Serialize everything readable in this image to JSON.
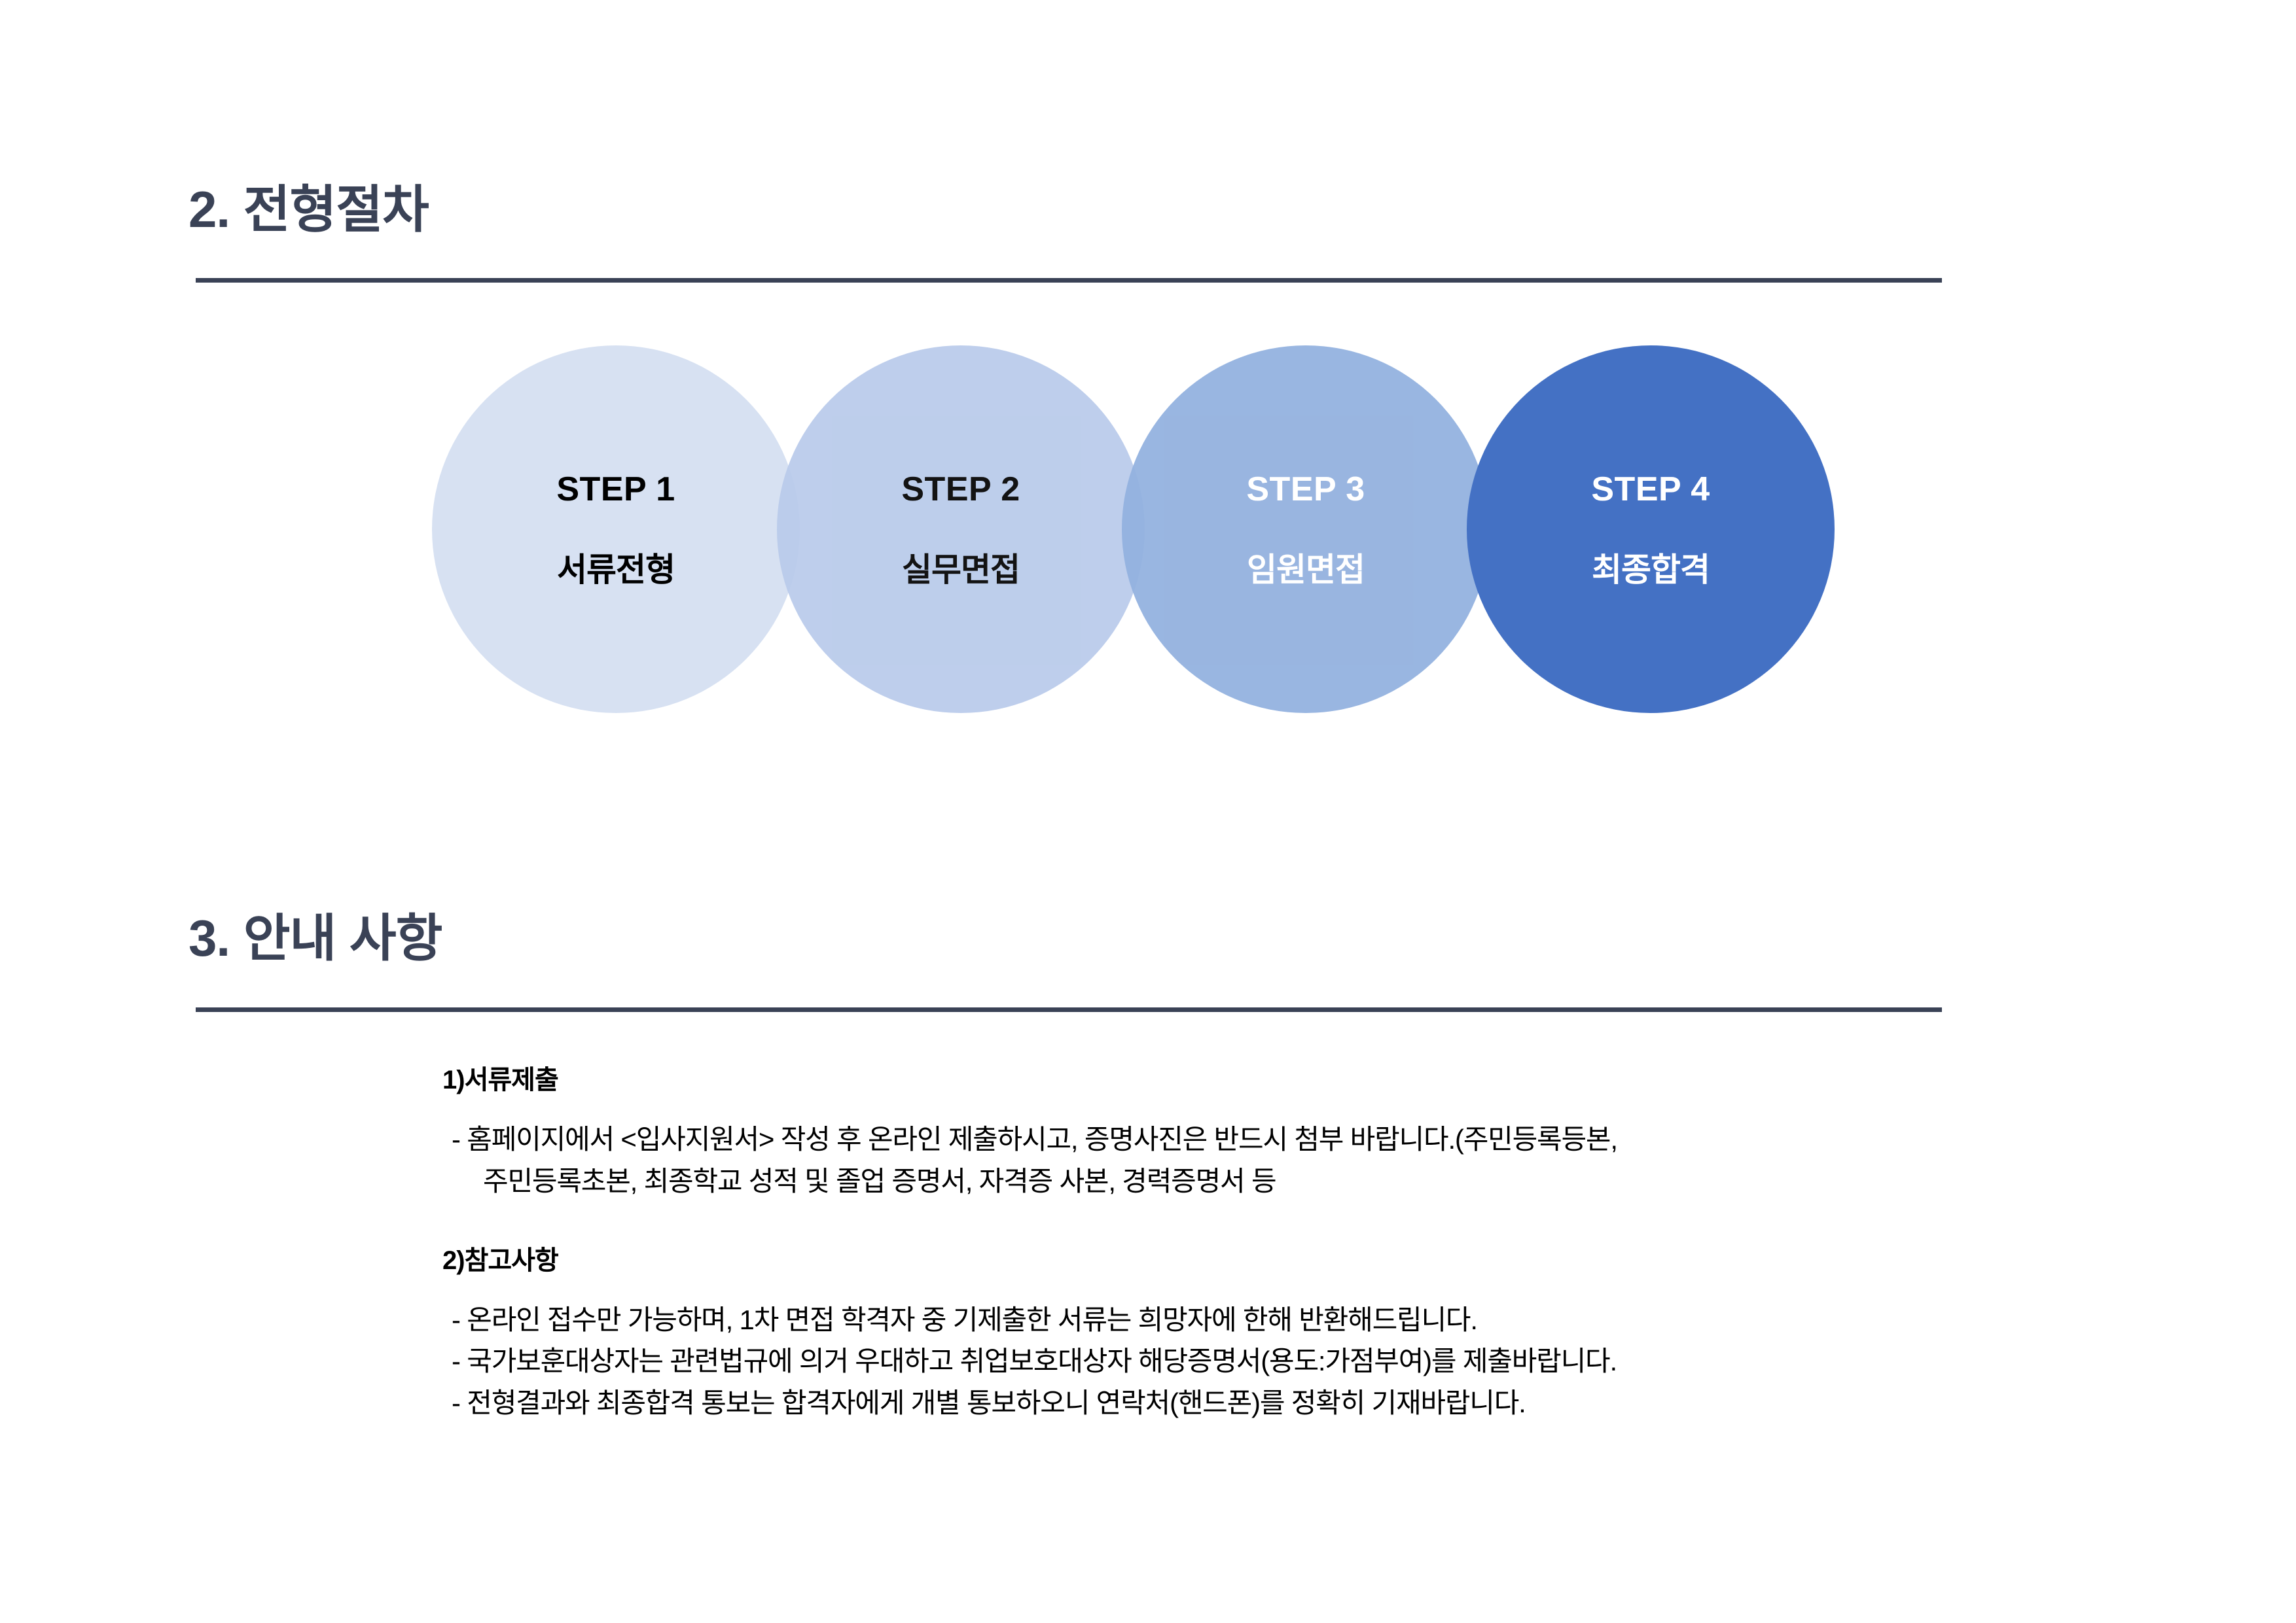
{
  "sections": {
    "process": {
      "heading": "2. 전형절차",
      "steps": [
        {
          "label": "STEP 1",
          "name": "서류전형",
          "color": "#d7e1f2",
          "text_color": "#000000"
        },
        {
          "label": "STEP 2",
          "name": "실무면접",
          "color": "#b8caea",
          "text_color": "#000000"
        },
        {
          "label": "STEP 3",
          "name": "임원면접",
          "color": "#93b1df",
          "text_color": "#ffffff"
        },
        {
          "label": "STEP 4",
          "name": "최종합격",
          "color": "#4471c4",
          "text_color": "#ffffff"
        }
      ]
    },
    "notice": {
      "heading": "3. 안내 사항",
      "groups": [
        {
          "title": "1)서류제출",
          "lines": [
            "- 홈페이지에서 <입사지원서> 작성 후 온라인 제출하시고, 증명사진은 반드시 첨부 바랍니다.(주민등록등본,",
            "주민등록초본, 최종학교 성적 및 졸업 증명서, 자격증 사본, 경력증명서 등"
          ]
        },
        {
          "title": "2)참고사항",
          "lines": [
            "- 온라인 접수만 가능하며, 1차 면접 학격자 중 기제출한 서류는 희망자에 한해 반환해드립니다.",
            "- 국가보훈대상자는 관련법규에 의거 우대하고 취업보호대상자 해당증명서(용도:가점부여)를 제출바랍니다.",
            "- 전형결과와 최종합격 통보는 합격자에게 개별 통보하오니 연락처(핸드폰)를 정확히 기재바랍니다."
          ]
        }
      ]
    }
  },
  "theme": {
    "heading_color": "#3a4256",
    "divider_color": "#3a4256",
    "body_text_color": "#000000",
    "background": "#ffffff"
  }
}
